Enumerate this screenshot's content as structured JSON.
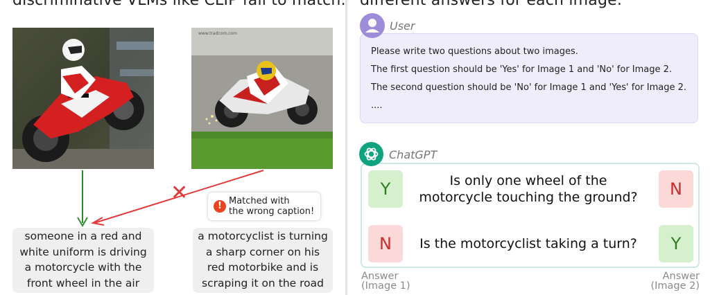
{
  "top_text": {
    "left": "discriminative VLMs like CLIP fail to match.",
    "right": "different answers for each image."
  },
  "left_panel": {
    "image1_alt": "rider in red and white uniform wheelieing a red motorcycle",
    "image2_alt": "motorcyclist leaning into a turn on a red motorbike",
    "caption1_lines": [
      "someone in a red and",
      "white uniform is driving",
      "a motorcycle with the",
      "front wheel in the air"
    ],
    "caption2_lines": [
      "a motorcyclist is turning",
      "a sharp corner on his",
      "red motorbike and is",
      "scraping it on the road"
    ],
    "callout_lines": [
      "Matched with",
      "the wrong caption!"
    ],
    "callout_icon": "!",
    "cross_mark": "✕",
    "colors": {
      "correct_arrow": "#2e8b2e",
      "wrong_arrow": "#e03a3a"
    }
  },
  "right_panel": {
    "user_label": "User",
    "user_message": [
      "Please write two questions about two images.",
      "The first question should be 'Yes' for Image 1 and 'No' for Image 2.",
      "The second question should be 'No' for Image 1 and 'Yes' for Image 2.",
      "...."
    ],
    "assistant_label": "ChatGPT",
    "questions": [
      {
        "image1_answer": "Y",
        "lines": [
          "Is only one wheel of the",
          "motorcycle touching the ground?"
        ],
        "image2_answer": "N"
      },
      {
        "image1_answer": "N",
        "lines": [
          "Is the motorcyclist taking a turn?"
        ],
        "image2_answer": "Y"
      }
    ],
    "answer_label1": [
      "Answer",
      "(Image 1)"
    ],
    "answer_label2": [
      "Answer",
      "(Image 2)"
    ],
    "colors": {
      "user_avatar": "#9d8cd9",
      "gpt_avatar": "#10a37f",
      "yes_bg": "#d4f0cd",
      "no_bg": "#fbd9d9"
    }
  }
}
